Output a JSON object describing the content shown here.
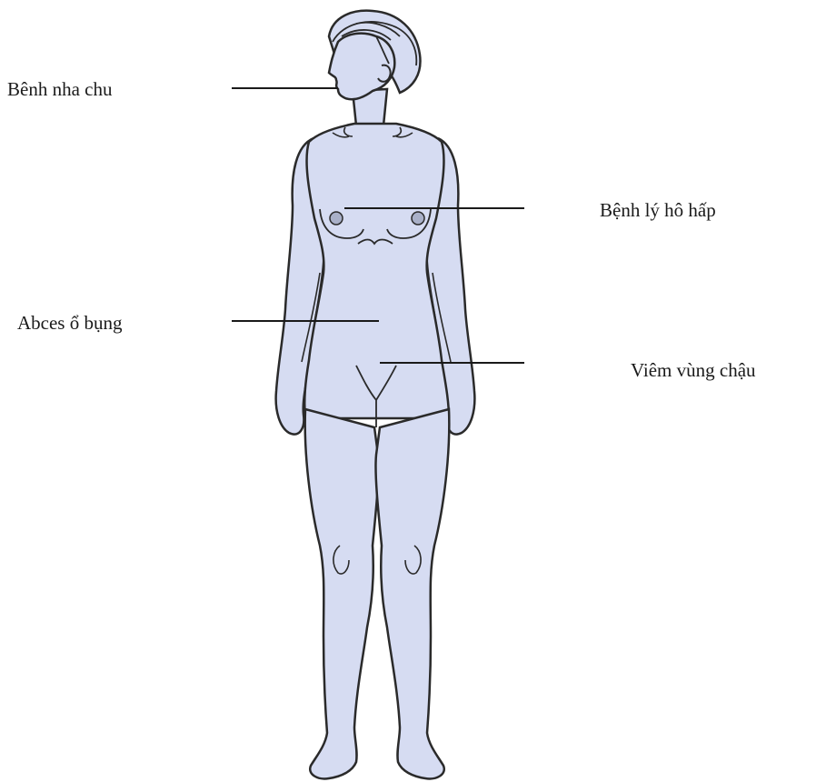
{
  "diagram": {
    "figure": "female-body-front-view",
    "colors": {
      "body_fill": "#d6dcf2",
      "outline": "#2a2a2a",
      "leader_line": "#1a1a1a",
      "nipple_fill": "#a9b0c8"
    },
    "labels": {
      "periodontal": "Bênh nha chu",
      "respiratory": "Bệnh lý hô hấp",
      "abdominal_abscess": "Abces ổ bụng",
      "pelvic_inflammation": "Viêm vùng chậu"
    }
  }
}
